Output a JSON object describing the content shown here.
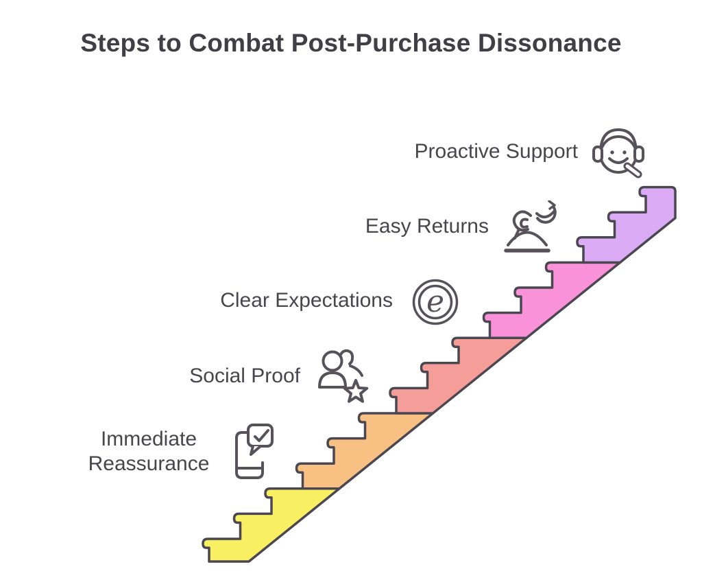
{
  "title": "Steps to Combat Post-Purchase Dissonance",
  "colors": {
    "outline": "#4b4751",
    "title_text": "#3f3f45",
    "label_text": "#47464c",
    "icon_stroke": "#55525a"
  },
  "steps": [
    {
      "label": "Immediate Reassurance",
      "color": "#f8ef62",
      "icon": "phone-check-icon"
    },
    {
      "label": "Social Proof",
      "color": "#f9c083",
      "icon": "people-star-icon"
    },
    {
      "label": "Clear Expectations",
      "color": "#f59e99",
      "icon": "e-circle-icon"
    },
    {
      "label": "Easy Returns",
      "color": "#f992d9",
      "icon": "package-return-icon"
    },
    {
      "label": "Proactive Support",
      "color": "#dcabf5",
      "icon": "support-headset-icon"
    }
  ]
}
